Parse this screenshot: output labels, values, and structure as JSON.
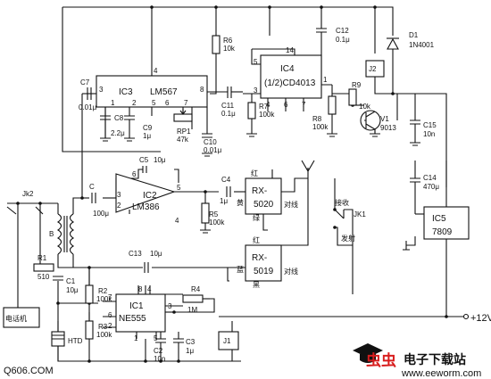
{
  "components": {
    "ic3": {
      "name": "IC3",
      "part": "LM567"
    },
    "ic4": {
      "name": "IC4",
      "part": "(1/2)CD4013"
    },
    "ic2": {
      "name": "IC2",
      "part": "LM386"
    },
    "ic1": {
      "name": "IC1",
      "part": "NE555"
    },
    "ic5": {
      "name": "IC5",
      "part": "7809"
    },
    "rx5020": {
      "name": "RX-",
      "part": "5020"
    },
    "rx5019": {
      "name": "RX-",
      "part": "5019"
    },
    "c7": {
      "name": "C7",
      "value": "0.01μ"
    },
    "c8": {
      "name": "C8",
      "value": "2.2μ"
    },
    "c9": {
      "name": "C9",
      "value": "1μ"
    },
    "c10": {
      "name": "C10",
      "value": "0.01μ"
    },
    "c11": {
      "name": "C11",
      "value": "0.1μ"
    },
    "c12": {
      "name": "C12",
      "value": "0.1μ"
    },
    "c15": {
      "name": "C15",
      "value": "10n"
    },
    "c14": {
      "name": "C14",
      "value": "470μ"
    },
    "c5": {
      "name": "C5",
      "value": "10μ"
    },
    "c4": {
      "name": "C4",
      "value": "1μ"
    },
    "c": {
      "name": "C",
      "value": "100μ"
    },
    "c13": {
      "name": "C13",
      "value": "10μ"
    },
    "c1": {
      "name": "C1",
      "value": "10μ"
    },
    "c2": {
      "name": "C2",
      "value": "10n"
    },
    "c3": {
      "name": "C3",
      "value": "1μ"
    },
    "r6": {
      "name": "R6",
      "value": "10k"
    },
    "r7": {
      "name": "R7",
      "value": "100k"
    },
    "r8": {
      "name": "R8",
      "value": "100k"
    },
    "r9": {
      "name": "R9",
      "value": "10k"
    },
    "rp1": {
      "name": "RP1",
      "value": "47k"
    },
    "r5": {
      "name": "R5",
      "value": "100k"
    },
    "r1": {
      "name": "R1",
      "value": "510"
    },
    "r2": {
      "name": "R2",
      "value": "100k"
    },
    "r3": {
      "name": "R3",
      "value": "100k"
    },
    "r4": {
      "name": "R4",
      "value": "1M"
    },
    "d1": {
      "name": "D1",
      "value": "1N4001"
    },
    "v1": {
      "name": "V1",
      "value": "9013"
    },
    "j1": {
      "name": "J1"
    },
    "j2": {
      "name": "J2"
    },
    "jk1": {
      "name": "JK1"
    },
    "jk2": {
      "name": "Jk2"
    },
    "b": {
      "name": "B"
    },
    "htd": {
      "name": "HTD"
    }
  },
  "labels": {
    "receive": "接收",
    "transmit": "发射",
    "red1": "红",
    "yellow": "黄",
    "green": "绿",
    "red2": "红",
    "blue": "蓝",
    "black": "黑",
    "antenna1": "对线",
    "antenna2": "对线",
    "telephone": "电话机",
    "supply": "+12V"
  },
  "pins": {
    "ic3_top": "4",
    "ic3_left": "3",
    "ic3_right": "8",
    "ic3_b1": "1",
    "ic3_b2": "2",
    "ic3_b5": "5",
    "ic3_b6": "6",
    "ic3_b7": "7",
    "ic4_top": "14",
    "ic4_l1": "5",
    "ic4_l2": "3",
    "ic4_r1": "1",
    "ic4_b1": "4",
    "ic4_b2": "6",
    "ic4_b3": "7",
    "ic2_in_plus": "3",
    "ic2_in_minus": "2",
    "ic2_out": "5",
    "ic2_p6": "6",
    "ic2_p4": "4",
    "ic1_p8": "8",
    "ic1_p4": "4",
    "ic1_p7": "7",
    "ic1_p6": "6",
    "ic1_p2": "2",
    "ic1_p3": "3",
    "ic1_p1": "1",
    "ic1_p5": "5"
  },
  "watermark": {
    "left": "Q606.COM",
    "brand": "虫虫",
    "brand_sub": "电子下载站",
    "url": "www.eeworm.com"
  }
}
